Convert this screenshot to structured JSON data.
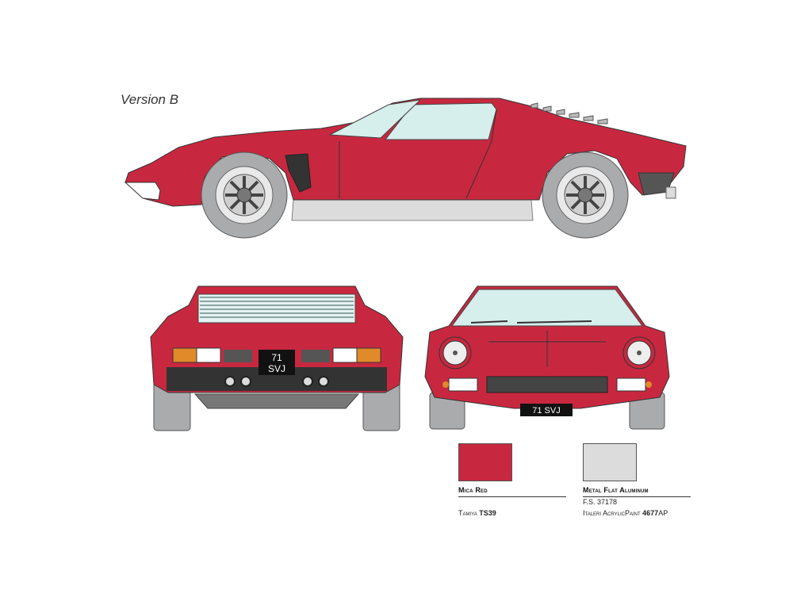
{
  "title": "Version B",
  "plate": {
    "rear_line1": "71",
    "rear_line2": "SVJ",
    "front": "71 SVJ"
  },
  "colors": {
    "body_red": "#C8283F",
    "aluminum": "#DCDCDC",
    "glass": "#D6EEEC",
    "tire": "#A9ABAD"
  },
  "paints": [
    {
      "name": "Mica Red",
      "lines": [
        {
          "brand": "Tamiya",
          "code": "TS39",
          "suffix": ""
        }
      ]
    },
    {
      "name": "Metal Flat Aluminum",
      "lines": [
        {
          "brand": "F.S. 37178",
          "code": "",
          "suffix": ""
        },
        {
          "brand": "Italeri AcrylicPaint",
          "code": "4677",
          "suffix": "AP"
        }
      ]
    }
  ]
}
